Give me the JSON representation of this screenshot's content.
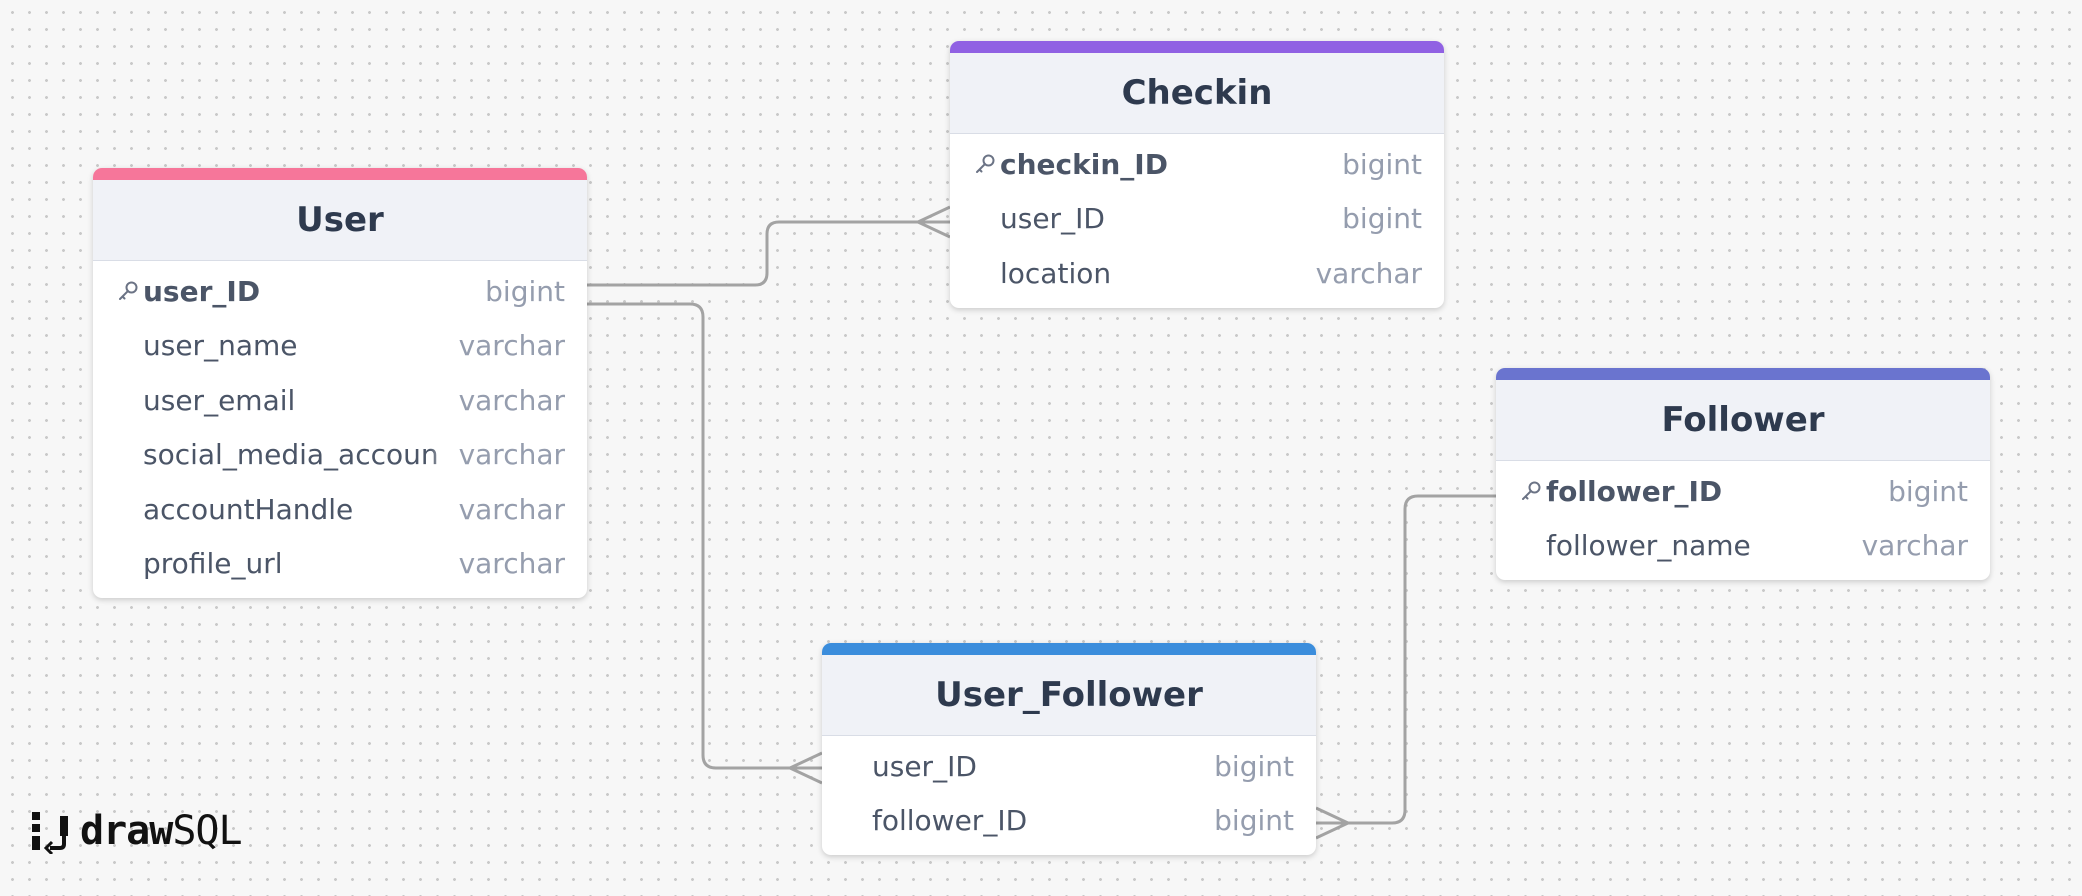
{
  "logo": {
    "draw": "draw",
    "sql": "SQL"
  },
  "colors": {
    "user": "#f6769a",
    "checkin": "#9061e3",
    "follower": "#6a74cf",
    "user_follower": "#3b8ddc",
    "relation_line": "#a3a3a3",
    "header_bg": "#f0f2f7",
    "title_text": "#2e3a4e",
    "column_text": "#4b5567",
    "type_text": "#959dae"
  },
  "tables": {
    "user": {
      "title": "User",
      "columns": [
        {
          "name": "user_ID",
          "type": "bigint",
          "pk": true
        },
        {
          "name": "user_name",
          "type": "varchar",
          "pk": false
        },
        {
          "name": "user_email",
          "type": "varchar",
          "pk": false
        },
        {
          "name": "social_media_accoun",
          "type": "varchar",
          "pk": false
        },
        {
          "name": "accountHandle",
          "type": "varchar",
          "pk": false
        },
        {
          "name": "profile_url",
          "type": "varchar",
          "pk": false
        }
      ]
    },
    "checkin": {
      "title": "Checkin",
      "columns": [
        {
          "name": "checkin_ID",
          "type": "bigint",
          "pk": true
        },
        {
          "name": "user_ID",
          "type": "bigint",
          "pk": false
        },
        {
          "name": "location",
          "type": "varchar",
          "pk": false
        }
      ]
    },
    "follower": {
      "title": "Follower",
      "columns": [
        {
          "name": "follower_ID",
          "type": "bigint",
          "pk": true
        },
        {
          "name": "follower_name",
          "type": "varchar",
          "pk": false
        }
      ]
    },
    "user_follower": {
      "title": "User_Follower",
      "columns": [
        {
          "name": "user_ID",
          "type": "bigint",
          "pk": false
        },
        {
          "name": "follower_ID",
          "type": "bigint",
          "pk": false
        }
      ]
    }
  },
  "relations": [
    {
      "from": "User.user_ID",
      "to": "Checkin.user_ID",
      "cardinality": "one-to-many"
    },
    {
      "from": "User.user_ID",
      "to": "User_Follower.user_ID",
      "cardinality": "one-to-many"
    },
    {
      "from": "Follower.follower_ID",
      "to": "User_Follower.follower_ID",
      "cardinality": "one-to-many"
    }
  ]
}
